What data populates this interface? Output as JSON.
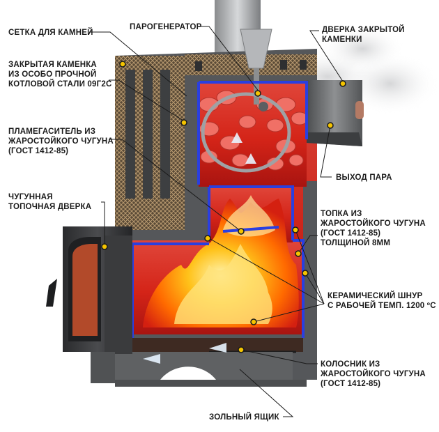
{
  "labels": {
    "stone_net": [
      "СЕТКА ДЛЯ КАМНЕЙ"
    ],
    "steam_gen": [
      "ПАРОГЕНЕРАТОР"
    ],
    "closed_door": [
      "ДВЕРКА ЗАКРЫТОЙ",
      "КАМЕНКИ"
    ],
    "closed_heater": [
      "ЗАКРЫТАЯ КАМЕНКА",
      "ИЗ ОСОБО ПРОЧНОЙ",
      "КОТЛОВОЙ СТАЛИ 09Г2С"
    ],
    "flame_arrester": [
      "ПЛАМЕГАСИТЕЛЬ ИЗ",
      "ЖАРОСТОЙКОГО ЧУГУНА",
      "(ГОСТ 1412-85)"
    ],
    "steam_outlet": [
      "ВЫХОД ПАРА"
    ],
    "firebox_door": [
      "ЧУГУННАЯ",
      "ТОПОЧНАЯ ДВЕРКА"
    ],
    "firebox": [
      "ТОПКА ИЗ",
      "ЖАРОСТОЙКОГО ЧУГУНА",
      "(ГОСТ 1412-85)",
      "ТОЛЩИНОЙ 8ММ"
    ],
    "ceramic_cord": [
      "КЕРАМИЧЕСКИЙ ШНУР",
      "С РАБОЧЕЙ ТЕМП. 1200 ºС"
    ],
    "grate": [
      "КОЛОСНИК ИЗ",
      "ЖАРОСТОЙКОГО ЧУГУНА",
      "(ГОСТ 1412-85)"
    ],
    "ash_box": [
      "ЗОЛЬНЫЙ ЯЩИК"
    ]
  },
  "colors": {
    "seal": "#2a3fe0",
    "marker": "#f5c400",
    "fire": "#ff7a00",
    "heat": "#d8201a",
    "steel": "#6d6f70"
  }
}
